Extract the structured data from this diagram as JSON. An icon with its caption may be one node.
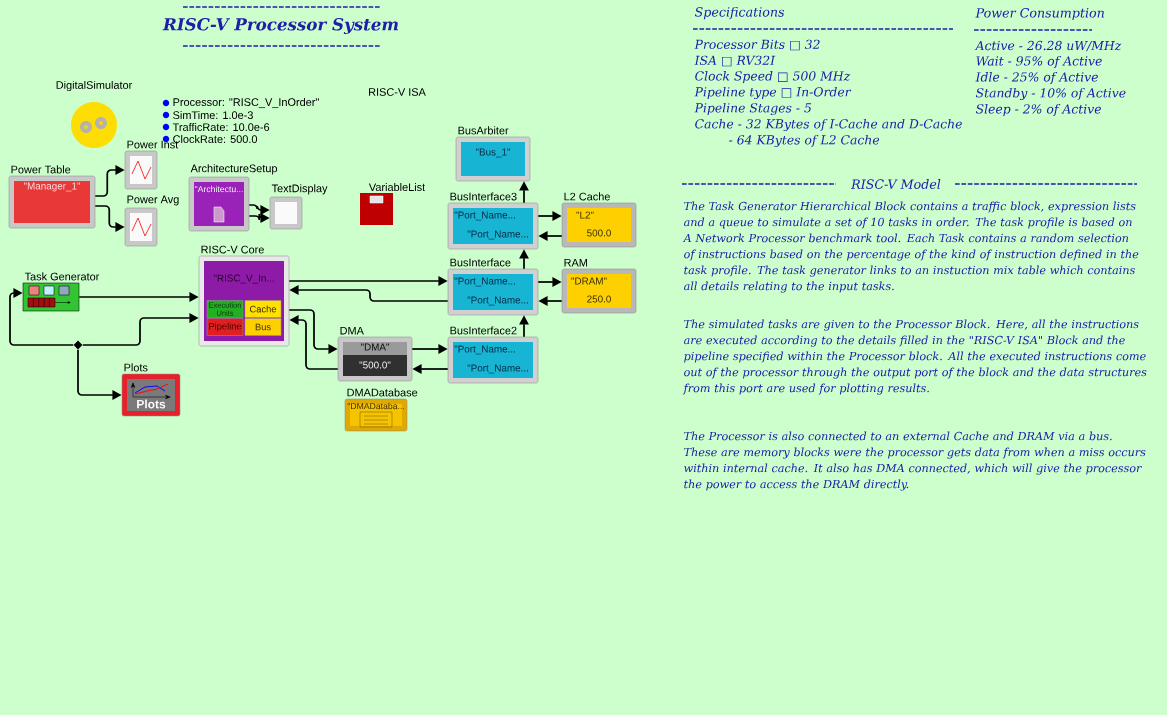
{
  "diagram": {
    "title": "RISC-V Processor System",
    "nodes": [
      {
        "text": [
          "Power Table",
          "\"Manager_1\""
        ]
      },
      {
        "text": [
          "Power Inst"
        ]
      },
      {
        "text": [
          "Power Avg"
        ]
      },
      {
        "text": [
          "ArchitectureSetup",
          "\"Architectu..."
        ]
      },
      {
        "text": [
          "TextDisplay"
        ]
      },
      {
        "text": [
          "Task Generator"
        ]
      },
      {
        "text": [
          "RISC-V Core",
          "\"RISC_V_In..."
        ]
      },
      {
        "text": [
          "Execution Units"
        ],
        "in": 6
      },
      {
        "text": [
          "Cache"
        ],
        "in": 6
      },
      {
        "text": [
          "Pipeline"
        ],
        "in": 6
      },
      {
        "text": [
          "Bus"
        ],
        "in": 6
      },
      {
        "text": [
          "Plots",
          "Plots"
        ]
      },
      {
        "text": [
          "DMA",
          "\"DMA\"",
          "\"500.0\""
        ]
      },
      {
        "text": [
          "DMADatabase",
          "\"DMADataba..."
        ]
      },
      {
        "text": [
          "BusArbiter",
          "\"Bus_1\""
        ]
      },
      {
        "text": [
          "BusInterface3",
          "\"Port_Name...",
          "\"Port_Name..."
        ]
      },
      {
        "text": [
          "L2 Cache",
          "\"L2\"",
          "500.0"
        ]
      },
      {
        "text": [
          "BusInterface",
          "\"Port_Name...",
          "\"Port_Name..."
        ]
      },
      {
        "text": [
          "RAM",
          "\"DRAM\"",
          "250.0"
        ]
      },
      {
        "text": [
          "BusInterface2",
          "\"Port_Name...",
          "\"Port_Name..."
        ]
      },
      {
        "text": [],
        "shape": "diamond"
      }
    ],
    "edges": [
      {
        "from": 0,
        "to": 1,
        "arrow": "to"
      },
      {
        "from": 0,
        "to": 2,
        "arrow": "to"
      },
      {
        "from": 3,
        "to": 4,
        "arrow": "to"
      },
      {
        "from": 3,
        "to": 4,
        "arrow": "to"
      },
      {
        "from": 5,
        "to": 6,
        "arrow": "to"
      },
      {
        "from": 20,
        "to": 5,
        "arrow": "to"
      },
      {
        "from": 20,
        "to": 6,
        "arrow": "to"
      },
      {
        "from": 20,
        "to": 11,
        "arrow": "to"
      },
      {
        "from": 6,
        "to": 17,
        "arrow": "to"
      },
      {
        "from": 17,
        "to": 6,
        "arrow": "to"
      },
      {
        "from": 6,
        "to": 12,
        "arrow": "to"
      },
      {
        "from": 12,
        "to": 6,
        "arrow": "to"
      },
      {
        "from": 12,
        "to": 19,
        "arrow": "to"
      },
      {
        "from": 19,
        "to": 12,
        "arrow": "to"
      },
      {
        "from": 19,
        "to": 17,
        "arrow": "to"
      },
      {
        "from": 17,
        "to": 15,
        "arrow": "to"
      },
      {
        "from": 15,
        "to": 14,
        "arrow": "to"
      },
      {
        "from": 15,
        "to": 16,
        "arrow": "to"
      },
      {
        "from": 16,
        "to": 15,
        "arrow": "to"
      },
      {
        "from": 17,
        "to": 18,
        "arrow": "to"
      },
      {
        "from": 18,
        "to": 17,
        "arrow": "to"
      }
    ],
    "labels": [
      "DigitalSimulator",
      "Processor: \"RISC_V_InOrder\"",
      "SimTime: 1.0e-3",
      "TrafficRate: 10.0e-6",
      "ClockRate: 500.0",
      "RISC-V ISA",
      "VariableList",
      "Specifications",
      "Processor Bits □ 32",
      "ISA □ RV32I",
      "Clock Speed □ 500 MHz",
      "Pipeline type □ In-Order",
      "Pipeline Stages - 5",
      "Cache - 32 KBytes of I-Cache and D-Cache",
      "- 64 KBytes of L2 Cache",
      "Power Consumption",
      "Active - 26.28 uW/MHz",
      "Wait - 95% of Active",
      "Idle - 25% of Active",
      "Standby - 10% of Active",
      "Sleep - 2% of Active",
      "RISC-V Model",
      "The Task Generator Hierarchical Block contains a traffic block, expression lists and a queue to simulate a set of 10 tasks in order. The task profile is based on A Network Processor benchmark tool. Each Task contains a random selection of instructions based on the percentage of the kind of instruction defined in the task profile. The task generator links to an instuction mix table which contains all details relating to the input tasks.",
      "The simulated tasks are given to the Processor Block. Here, all the instructions are executed according to the details filled in the \"RISC-V ISA\" Block and the pipeline specified within the Processor block. All the executed instructions come out of the processor through the output port of the block and the data structures from this port are used for plotting results.",
      "The Processor is also connected to an external Cache and DRAM via a bus. These are memory blocks were the processor gets data from when a miss occurs within internal cache. It also has DMA connected, which will give the processor the power to access the DRAM directly."
    ]
  }
}
